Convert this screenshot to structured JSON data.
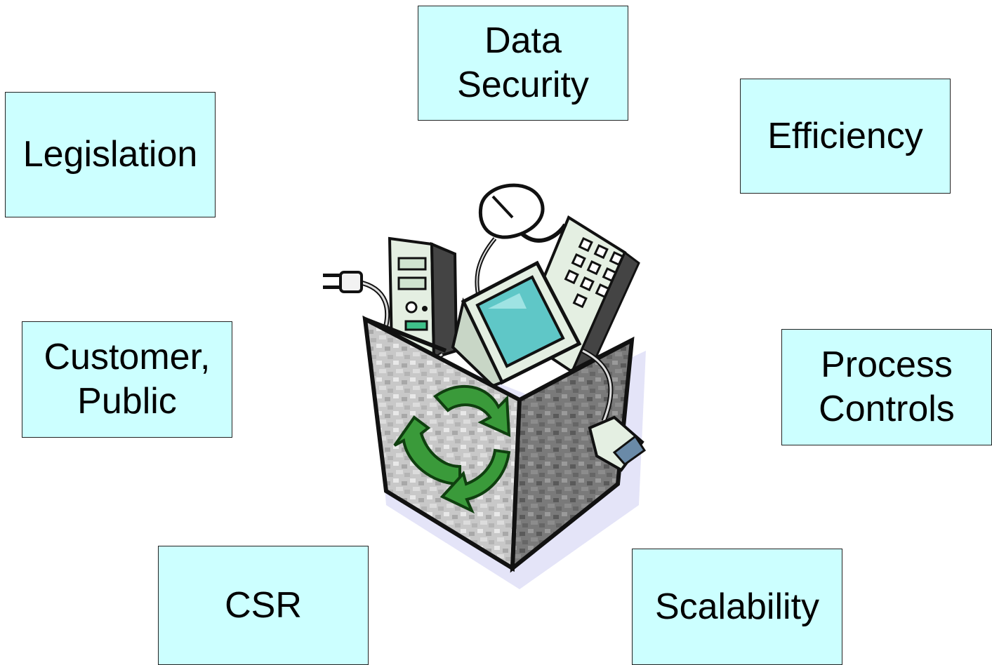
{
  "boxes": {
    "data_security": "Data\nSecurity",
    "efficiency": "Efficiency",
    "legislation": "Legislation",
    "customer_public": "Customer,\nPublic",
    "process_controls": "Process\nControls",
    "csr": "CSR",
    "scalability": "Scalability"
  },
  "colors": {
    "box_fill": "#ccffff",
    "box_border": "#222222",
    "arrow_green": "#3a9a3a",
    "screen_teal": "#5fc7c7",
    "bin_gray": "#b8b8b8"
  },
  "icons": [
    "recycle-bin-icon",
    "recycle-arrows-icon",
    "computer-tower-icon",
    "monitor-icon",
    "keypad-icon",
    "mouse-icon",
    "plug-icon",
    "connector-icon"
  ]
}
